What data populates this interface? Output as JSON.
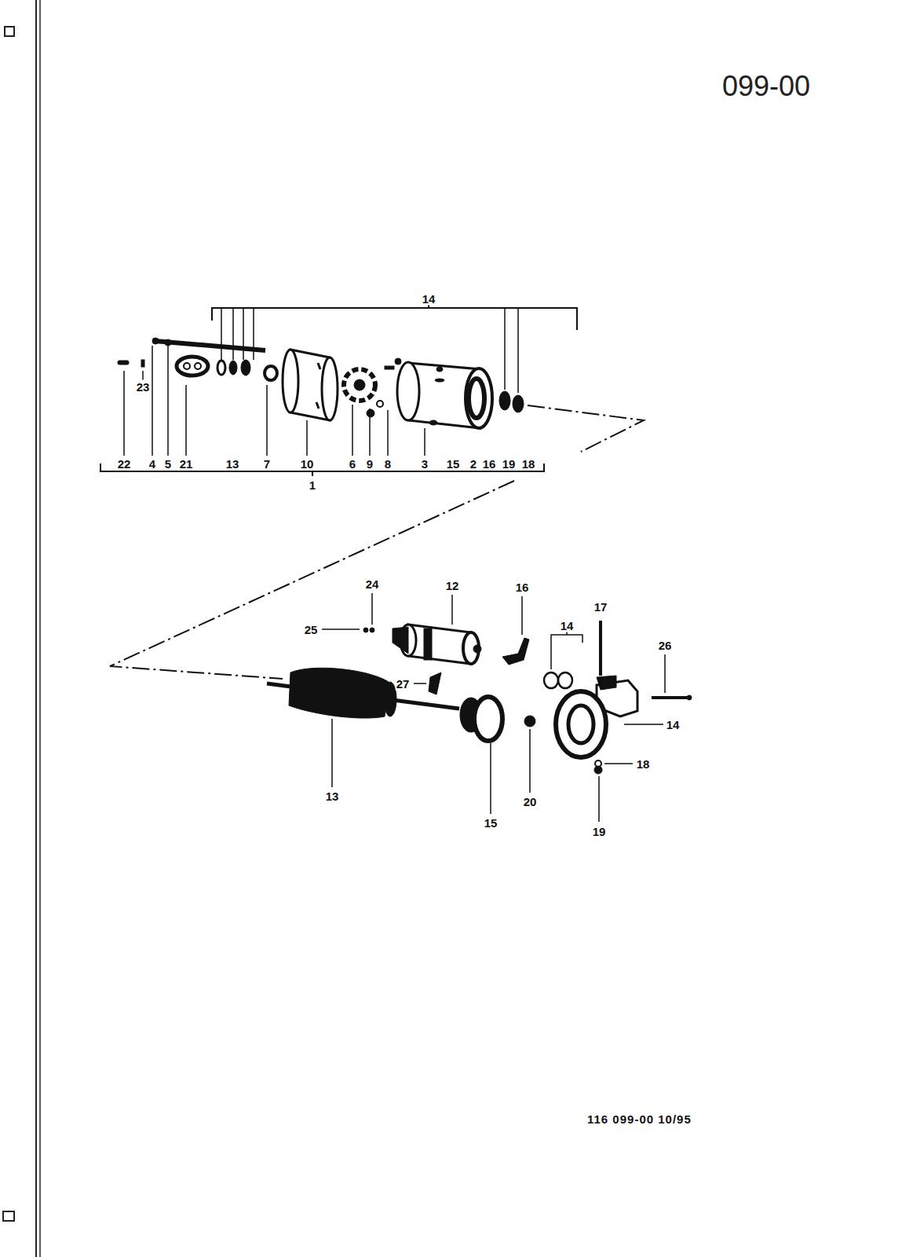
{
  "diagram": {
    "title": "099-00",
    "caption": "116 099-00 10/95",
    "labels": [
      "14",
      "23",
      "22",
      "4",
      "5",
      "21",
      "13",
      "7",
      "10",
      "6",
      "9",
      "8",
      "3",
      "15",
      "2",
      "16",
      "19",
      "18",
      "1",
      "24",
      "12",
      "16",
      "25",
      "17",
      "14",
      "26",
      "27",
      "14",
      "18",
      "13",
      "20",
      "15",
      "19"
    ]
  }
}
